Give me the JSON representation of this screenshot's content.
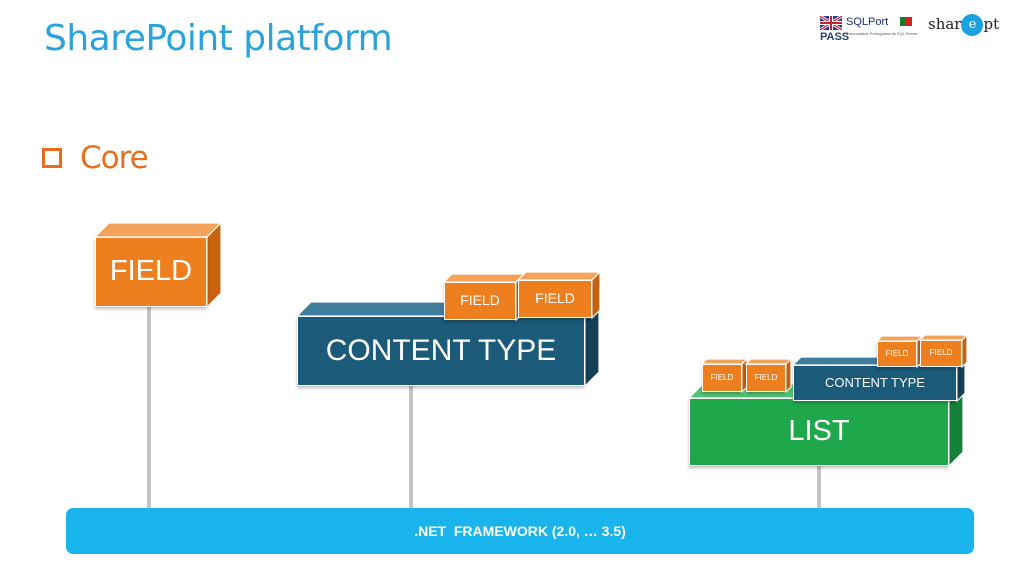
{
  "slide": {
    "title": "SharePoint platform",
    "section": "Core"
  },
  "logos": {
    "pass": "PASS",
    "sqlport": "SQLPort",
    "sqlport_sub": "Comunidade Portuguesa de SQL Server",
    "sharept_prefix": "shar",
    "sharept_e": "e",
    "sharept_suffix": "pt"
  },
  "blocks": {
    "field": "FIELD",
    "content_type": "CONTENT TYPE",
    "ct_field_1": "FIELD",
    "ct_field_2": "FIELD",
    "list": "LIST",
    "list_ct": "CONTENT TYPE",
    "list_field_1": "FIELD",
    "list_field_2": "FIELD",
    "list_ct_field_1": "FIELD",
    "list_ct_field_2": "FIELD"
  },
  "framework": ".NET  FRAMEWORK (2.0, … 3.5)",
  "colors": {
    "title": "#2aa3dc",
    "orange": "#ee7f1e",
    "navy": "#1b5a78",
    "green": "#1ea74b",
    "framework": "#1ab4ec"
  }
}
